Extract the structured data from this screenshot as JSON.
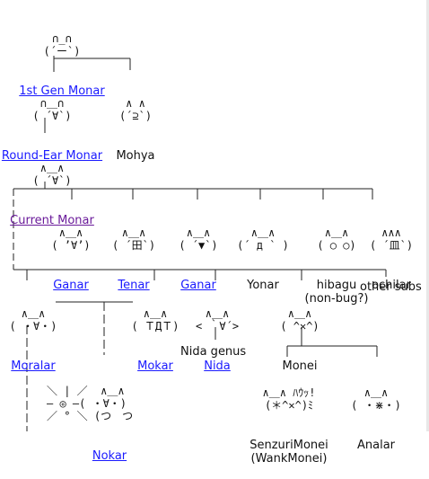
{
  "nodes": {
    "gen1": {
      "art": "∩_∩\n(´ー`)",
      "label": "1st Gen Monar"
    },
    "roundear": {
      "art": "∩＿∩\n( ´∀`)",
      "label": "Round-Ear Monar"
    },
    "mohya": {
      "art": "∧ ∧\n(´⊇`)",
      "label": "Mohya"
    },
    "current": {
      "art": "∧＿∧\n( ´∀`)",
      "label": "Current Monar"
    },
    "ganar1": {
      "art": "∧＿∧\n( ’∀’)",
      "label": "Ganar"
    },
    "tenar": {
      "art": "∧＿∧\n( ´田`)",
      "label": "Tenar"
    },
    "ganar2": {
      "art": "∧＿∧\n( ´▼`)",
      "label": "Ganar"
    },
    "yonar": {
      "art": "∧＿∧\n(´ д ` )",
      "label": "Yonar"
    },
    "hibagu": {
      "art": "∧＿∧\n( ○ ○)",
      "label": "hibagu\n(non-bug?)"
    },
    "ochilar": {
      "art": "∧∧∧\n( ´皿`)",
      "label": "ochilar"
    },
    "moralar": {
      "art": "∧＿∧\n( ・∀・)",
      "label": "Moralar"
    },
    "mokar": {
      "art": "∧＿∧\n( ＴДＴ)",
      "label": "Mokar"
    },
    "nida": {
      "art": "∧＿∧\n< ｀∀´>",
      "label": "Nida"
    },
    "monei": {
      "art": "∧＿∧\n( ^✕^)",
      "label": "Monei"
    },
    "othersubs": {
      "label": "other subs"
    },
    "nidagenus": {
      "label": "Nida genus"
    },
    "senzuri": {
      "art": "∧＿∧ ﾊｳｯ!\n(＊^✕^)ﾐ",
      "label": "SenzuriMonei\n(WankMonei)"
    },
    "analar": {
      "art": "∧＿∧\n( ・⋇・)",
      "label": "Analar"
    },
    "nokar": {
      "art": "＼ | ／  ∧＿∧\n― ◎ ―( ・∀・)\n／ ° ＼ (つ　つ",
      "label": "Nokar"
    }
  },
  "colors": {
    "link": "#1a1aff",
    "visited_link": "#6a1a9a",
    "line": "#222222"
  }
}
